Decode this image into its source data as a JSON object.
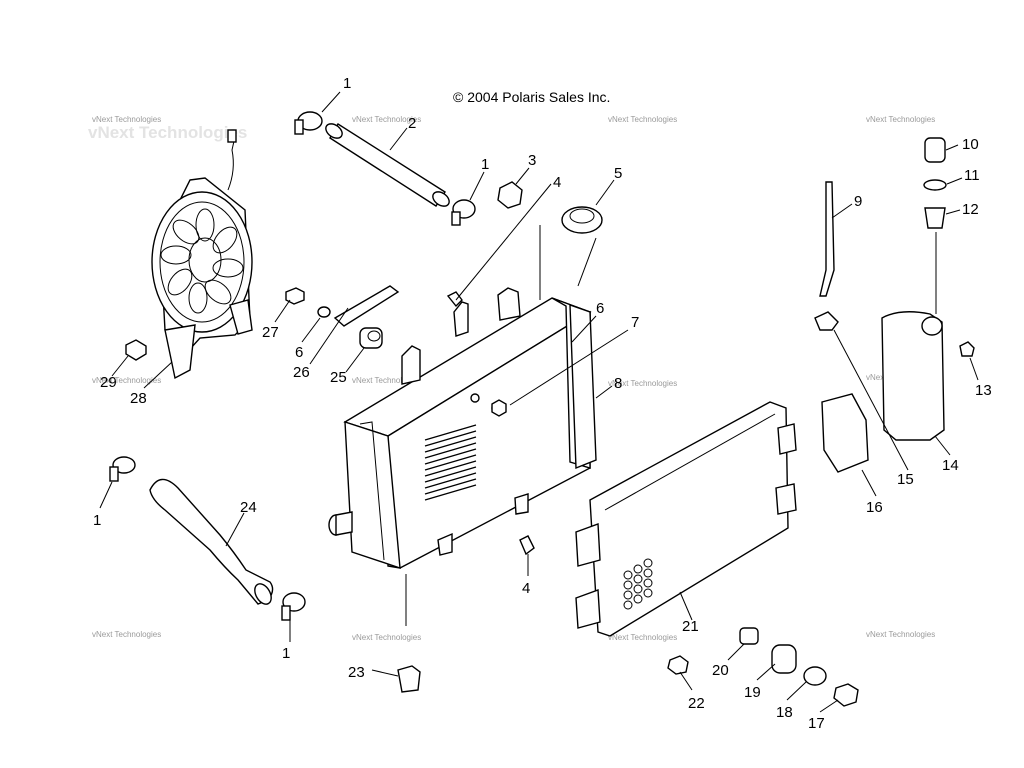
{
  "copyright": "© 2004 Polaris Sales Inc.",
  "watermark": "vNext Technologies",
  "callouts": {
    "c1a": "1",
    "c1b": "1",
    "c1c": "1",
    "c1d": "1",
    "c2": "2",
    "c3": "3",
    "c4a": "4",
    "c4b": "4",
    "c5": "5",
    "c6a": "6",
    "c6b": "6",
    "c7": "7",
    "c8": "8",
    "c9": "9",
    "c10": "10",
    "c11": "11",
    "c12": "12",
    "c13": "13",
    "c14": "14",
    "c15": "15",
    "c16": "16",
    "c17": "17",
    "c18": "18",
    "c19": "19",
    "c20": "20",
    "c21": "21",
    "c22": "22",
    "c23": "23",
    "c24": "24",
    "c25": "25",
    "c26": "26",
    "c27": "27",
    "c28": "28",
    "c29": "29"
  }
}
